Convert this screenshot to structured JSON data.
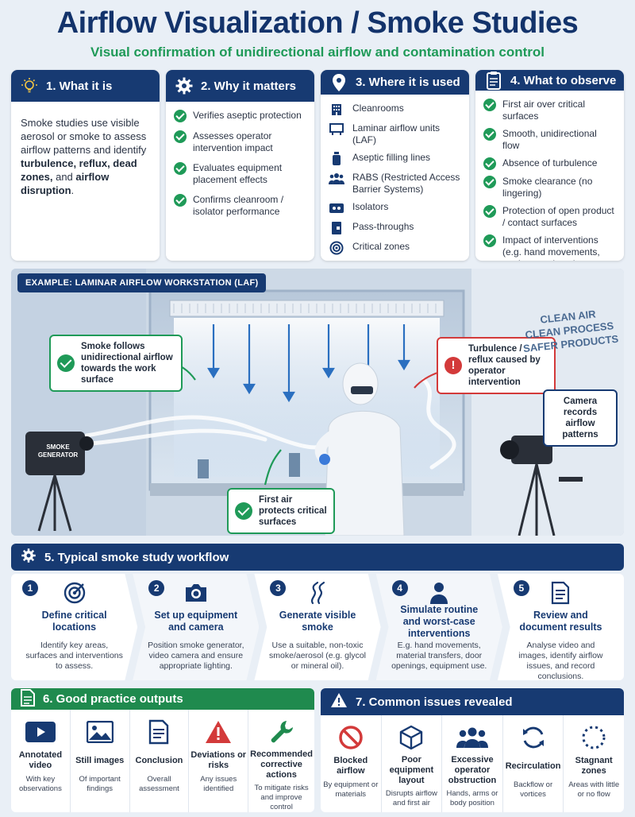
{
  "header": {
    "title": "Airflow Visualization / Smoke Studies",
    "subtitle": "Visual confirmation of unidirectional airflow and contamination control"
  },
  "cards": {
    "what": {
      "title": "1. What it is",
      "intro": "Smoke studies use visible aerosol or smoke to assess airflow patterns and identify",
      "bold": "turbulence, reflux, dead zones,",
      "mid": "and",
      "bold2": "airflow disruption",
      "end": "."
    },
    "why": {
      "title": "2. Why it matters",
      "items": [
        "Verifies aseptic protection",
        "Assesses operator intervention impact",
        "Evaluates equipment placement effects",
        "Confirms cleanroom / isolator performance"
      ]
    },
    "where": {
      "title": "3. Where it is used",
      "items": [
        "Cleanrooms",
        "Laminar airflow units (LAF)",
        "Aseptic filling lines",
        "RABS (Restricted Access Barrier Systems)",
        "Isolators",
        "Pass-throughs",
        "Critical zones"
      ]
    },
    "observe": {
      "title": "4. What to observe",
      "items": [
        "First air over critical surfaces",
        "Smooth, unidirectional flow",
        "Absence of turbulence",
        "Smoke clearance (no lingering)",
        "Protection of open product / contact surfaces",
        "Impact of interventions (e.g. hand movements, equipment doors)"
      ]
    }
  },
  "scene": {
    "tag": "EXAMPLE: LAMINAR AIRFLOW WORKSTATION (LAF)",
    "callout_flow": "Smoke follows unidirectional airflow towards the work surface",
    "callout_turbulence": "Turbulence / reflux caused by operator intervention",
    "callout_camera": "Camera records airflow patterns",
    "callout_first_air": "First air protects critical surfaces",
    "generator_label": "SMOKE GENERATOR",
    "wall_text": [
      "CLEAN AIR",
      "CLEAN PROCESS",
      "SAFER PRODUCTS"
    ]
  },
  "workflow": {
    "title": "5. Typical smoke study workflow",
    "steps": [
      {
        "num": "1",
        "title": "Define critical locations",
        "desc": "Identify key areas, surfaces and interventions to assess."
      },
      {
        "num": "2",
        "title": "Set up equipment and camera",
        "desc": "Position smoke generator, video camera and ensure appropriate lighting."
      },
      {
        "num": "3",
        "title": "Generate visible smoke",
        "desc": "Use a suitable, non-toxic smoke/aerosol (e.g. glycol or mineral oil)."
      },
      {
        "num": "4",
        "title": "Simulate routine and worst-case interventions",
        "desc": "E.g. hand movements, material transfers, door openings, equipment use."
      },
      {
        "num": "5",
        "title": "Review and document results",
        "desc": "Analyse video and images, identify airflow issues, and record conclusions."
      }
    ]
  },
  "outputs": {
    "title": "6. Good practice outputs",
    "items": [
      {
        "name": "Annotated video",
        "desc": "With key observations"
      },
      {
        "name": "Still images",
        "desc": "Of important findings"
      },
      {
        "name": "Conclusion",
        "desc": "Overall assessment"
      },
      {
        "name": "Deviations or risks",
        "desc": "Any issues identified"
      },
      {
        "name": "Recommended corrective actions",
        "desc": "To mitigate risks and improve control"
      }
    ]
  },
  "issues": {
    "title": "7. Common issues revealed",
    "items": [
      {
        "name": "Blocked airflow",
        "desc": "By equipment or materials"
      },
      {
        "name": "Poor equipment layout",
        "desc": "Disrupts airflow and first air"
      },
      {
        "name": "Excessive operator obstruction",
        "desc": "Hands, arms or body position"
      },
      {
        "name": "Recirculation",
        "desc": "Backflow or vortices"
      },
      {
        "name": "Stagnant zones",
        "desc": "Areas with little or no flow"
      }
    ]
  },
  "colors": {
    "navy": "#173a72",
    "green": "#1f9a58",
    "red": "#d33a3a"
  }
}
